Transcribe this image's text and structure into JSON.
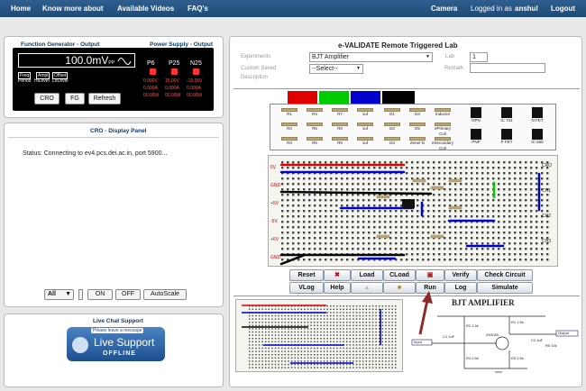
{
  "nav": {
    "home": "Home",
    "know_more": "Know more about",
    "videos": "Available Videos",
    "faq": "FAQ's",
    "camera": "Camera",
    "logged_in": "Logged in as",
    "user": "anshul",
    "logout": "Logout"
  },
  "fg": {
    "title": "Function Generator - Output",
    "ps_title": "Power Supply - Output",
    "display": "100.0mV",
    "unit": "PP",
    "freq": "Freq",
    "ampl": "Ampl",
    "offset": "Offset",
    "period": "Period",
    "hilevel": "HiLevel",
    "lolevel": "LoLevel",
    "ps": [
      {
        "label": "P6",
        "v": "0.000V",
        "a": "0.000A",
        "w": "00.00W"
      },
      {
        "label": "P25",
        "v": "15.00V",
        "a": "0.000A",
        "w": "00.00W"
      },
      {
        "label": "N25",
        "v": "-15.00V",
        "a": "0.000A",
        "w": "00.00W"
      }
    ],
    "buttons": {
      "cro": "CRO",
      "fg": "FG",
      "refresh": "Refresh"
    }
  },
  "cro": {
    "title": "CRO - Display Panel",
    "status": "Status: Connecting to ev4.pcs.dei.ac.in, port 5900...",
    "channel": "All",
    "on": "ON",
    "off": "OFF",
    "autoscale": "AutoScale"
  },
  "chat": {
    "title": "Live Chat Support",
    "leave": "Please leave a message",
    "live": "Live Support",
    "offline": "OFFLINE"
  },
  "lab": {
    "title": "e-VALIDATE Remote Triggered Lab",
    "experiments_label": "Experiments",
    "experiment": "BJT Amplifier",
    "lab_label": "Lab",
    "lab_value": "1",
    "custom_label": "Custom Saved",
    "desc_label": "Description",
    "select": "--Select--",
    "remark_label": "Remark",
    "components": [
      "R1",
      "R4",
      "R7",
      "1uf",
      "D1",
      "D4",
      "Inductor",
      "R2",
      "R5",
      "R8",
      "1uf",
      "D2",
      "D5",
      "ePrimary Coil",
      "R3",
      "R6",
      "R9",
      "1uf",
      "D3",
      "Zener D",
      "eSecondary Coil"
    ],
    "ics": [
      "NPN",
      "IC 741",
      "N FET",
      "PNP",
      "P FET",
      "IC 555"
    ],
    "rails": [
      "5V",
      "GND",
      "+5V",
      "-5V",
      "+6V",
      "GND"
    ],
    "right_rails": [
      "CRO",
      "CH1",
      "CH2",
      "CH3"
    ],
    "toolbar": {
      "reset": "Reset",
      "load": "Load",
      "cload": "CLoad",
      "verify": "Verify",
      "check": "Check Circuit",
      "vlog": "VLog",
      "help": "Help",
      "run": "Run",
      "log": "Log",
      "simulate": "Simulate"
    },
    "schematic": {
      "title": "BJT AMPLIFIER",
      "labels": [
        "R1 1.5k",
        "R2 2.5k",
        "R3 2.5k",
        "R4 2.5k",
        "R5 10k",
        "C1 1uF",
        "C2 1uF",
        "2N3055",
        "Output",
        "Input"
      ]
    }
  },
  "colors": {
    "nav": "#1f4a74",
    "red": "#e00000",
    "green": "#00cc00",
    "blue": "#0000cc",
    "black": "#000000"
  }
}
